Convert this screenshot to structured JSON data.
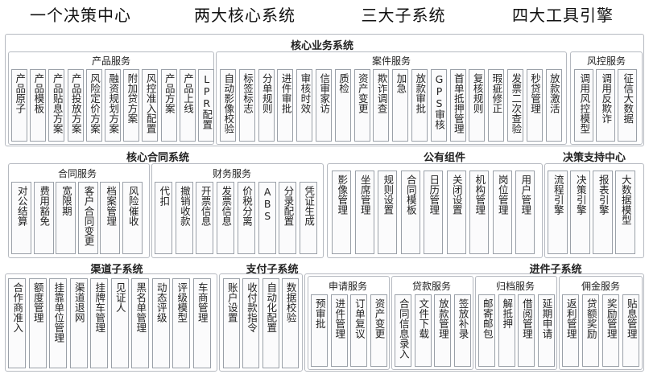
{
  "top_headers": [
    "一个决策中心",
    "两大核心系统",
    "三大子系统",
    "四大工具引擎"
  ],
  "core_business": {
    "title": "核心业务系统",
    "product": {
      "title": "产品服务",
      "items": [
        "产品原子",
        "产品模板",
        "产品贴息方案",
        "产品投放方案",
        "风险定价方案",
        "融资规划方案",
        "附加贷方案",
        "风控准入配置",
        "产品方案",
        "产品上线",
        "LPR配置"
      ]
    },
    "case": {
      "title": "案件服务",
      "items": [
        "自动影像校验",
        "标签标志",
        "分单规则",
        "进件审批",
        "审核时效",
        "信审家访",
        "质检",
        "资产变更",
        "欺诈调查",
        "加急",
        "放款审批",
        "GPS审核",
        "首单抵押管理",
        "复核规则",
        "瑕疵修正",
        "发票二次查验",
        "秒贷管理",
        "放款激活"
      ]
    },
    "risk": {
      "title": "风控服务",
      "items": [
        "调用风控模型",
        "调用反欺诈",
        "征信大数据"
      ]
    }
  },
  "core_contract": {
    "title": "核心合同系统",
    "contract": {
      "title": "合同服务",
      "items": [
        "对公结算",
        "费用豁免",
        "宽限期",
        "客户合同变更",
        "档案管理",
        "风险催收"
      ]
    },
    "finance": {
      "title": "财务服务",
      "items": [
        "代扣",
        "撤销收款",
        "开票信息",
        "发票信息",
        "价税分离",
        "ABS",
        "分录配置",
        "凭证生成"
      ]
    }
  },
  "public": {
    "title": "公有组件",
    "items": [
      "影像管理",
      "坐席管理",
      "规则设置",
      "合同模板",
      "日历管理",
      "关闭设置",
      "机构管理",
      "岗位管理",
      "用户管理"
    ]
  },
  "decision": {
    "title": "决策支持中心",
    "items": [
      "流程引擎",
      "决策引擎",
      "报表引擎",
      "大数据模型"
    ]
  },
  "channel": {
    "title": "渠道子系统",
    "items": [
      "合作商准入",
      "额度管理",
      "挂靠单位管理",
      "渠道退网",
      "挂牌车管理",
      "见证人",
      "黑名单管理",
      "动态评级",
      "评级模型",
      "车商管理"
    ]
  },
  "payment": {
    "title": "支付子系统",
    "items": [
      "账户设置",
      "收付款指令",
      "自动化配置",
      "数据校验"
    ]
  },
  "loan_sys": {
    "title": "进件子系统",
    "apply": {
      "title": "申请服务",
      "items": [
        "预审批",
        "进件管理",
        "订单复议",
        "资产变更"
      ]
    },
    "loan": {
      "title": "贷款服务",
      "items": [
        "合同信息录入",
        "文件下载",
        "放款管理",
        "签放补录"
      ]
    },
    "archive": {
      "title": "归档服务",
      "items": [
        "邮寄邮包",
        "解抵押",
        "借阅管理",
        "延期申请"
      ]
    },
    "commission": {
      "title": "佣金服务",
      "items": [
        "返利管理",
        "贷额奖励",
        "奖励管理",
        "贴息管理"
      ]
    }
  }
}
